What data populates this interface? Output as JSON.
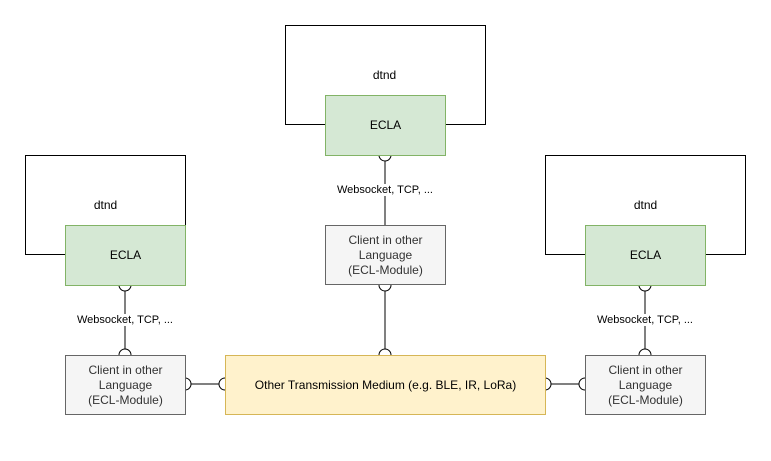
{
  "nodes": {
    "dtnd_left": {
      "label": "dtnd"
    },
    "dtnd_center": {
      "label": "dtnd"
    },
    "dtnd_right": {
      "label": "dtnd"
    },
    "ecla_left": {
      "label": "ECLA"
    },
    "ecla_center": {
      "label": "ECLA"
    },
    "ecla_right": {
      "label": "ECLA"
    },
    "client_left": {
      "label": "Client in other\nLanguage\n(ECL-Module)"
    },
    "client_center": {
      "label": "Client in other\nLanguage\n(ECL-Module)"
    },
    "client_right": {
      "label": "Client in other\nLanguage\n(ECL-Module)"
    },
    "medium": {
      "label": "Other Transmission Medium (e.g. BLE, IR, LoRa)"
    }
  },
  "edges": {
    "left": {
      "label": "Websocket, TCP, ..."
    },
    "center": {
      "label": "Websocket, TCP, ..."
    },
    "right": {
      "label": "Websocket, TCP, ..."
    }
  },
  "colors": {
    "ecla_fill": "#d5e8d4",
    "ecla_stroke": "#82b366",
    "client_fill": "#f5f5f5",
    "client_stroke": "#666666",
    "medium_fill": "#fff2cc",
    "medium_stroke": "#d6b656"
  }
}
